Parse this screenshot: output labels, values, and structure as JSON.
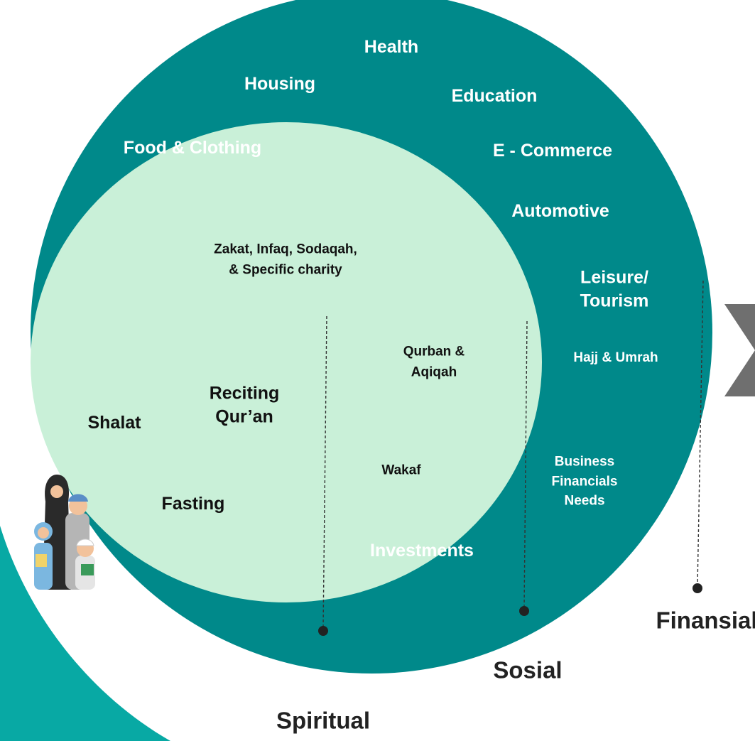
{
  "colors": {
    "outer_circle": "#00898a",
    "inner_circle": "#c9f0d8",
    "swoosh": "#08a9a4",
    "chevron": "#6f6f6f"
  },
  "outer_items": {
    "health": "Health",
    "housing": "Housing",
    "education": "Education",
    "food_clothing": "Food  & Clothing",
    "e_commerce": "E - Commerce",
    "automotive": "Automotive",
    "leisure_tourism": "Leisure/\nTourism",
    "hajj_umrah": "Hajj & Umrah",
    "business": "Business\nFinancials\nNeeds",
    "investments": "Investments"
  },
  "inner_items": {
    "zakat": "Zakat, Infaq, Sodaqah,\n& Specific charity",
    "qurban": "Qurban &\nAqiqah",
    "reciting": "Reciting\nQur’an",
    "shalat": "Shalat",
    "wakaf": "Wakaf",
    "fasting": "Fasting"
  },
  "categories": {
    "spiritual": "Spiritual",
    "sosial": "Sosial",
    "finansial": "Finansial"
  }
}
